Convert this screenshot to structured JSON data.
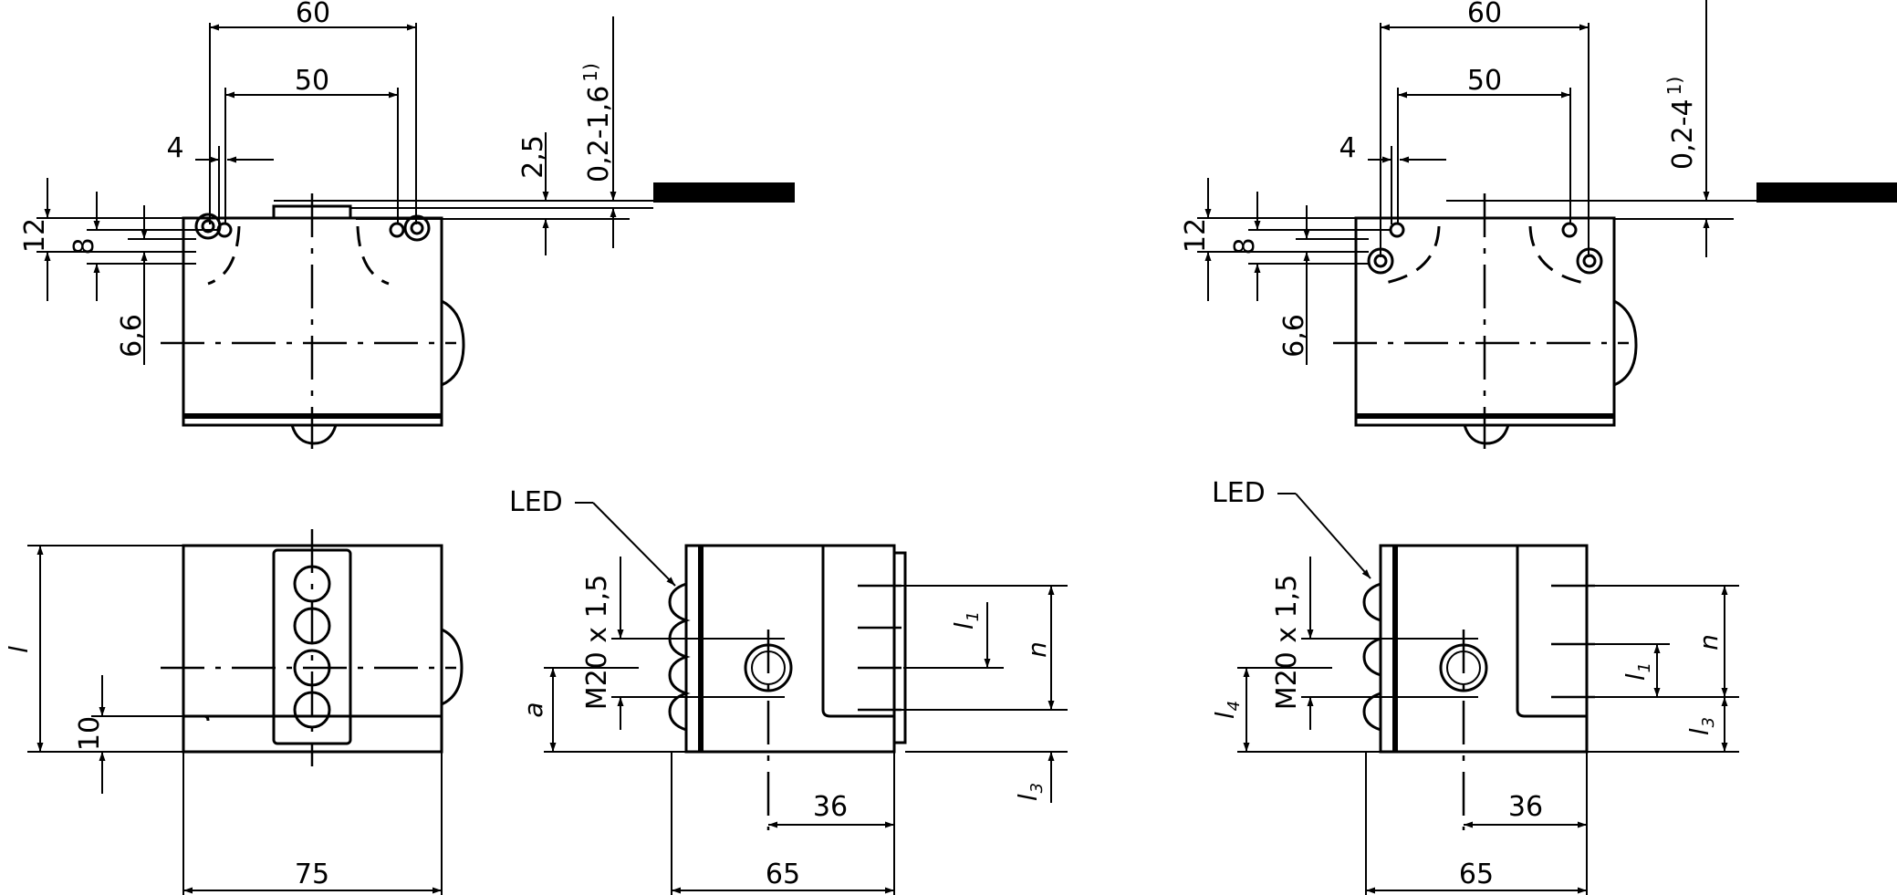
{
  "variant_a": {
    "top": {
      "dim_60": "60",
      "dim_50": "50",
      "dim_4": "4",
      "dim_12": "12",
      "dim_8": "8",
      "dim_6_6": "6,6",
      "dim_2_5": "2,5",
      "dim_gap": "0,2-1,6",
      "gap_note": "1)"
    },
    "front": {
      "dim_l": "l",
      "dim_10": "10",
      "dim_75": "75"
    },
    "side": {
      "led": "LED",
      "thread": "M20 x 1,5",
      "dim_a": "a",
      "dim_l1": "l",
      "dim_l1_sub": "1",
      "dim_n": "n",
      "dim_l3": "l",
      "dim_l3_sub": "3",
      "dim_36": "36",
      "dim_65": "65"
    }
  },
  "variant_b": {
    "top": {
      "dim_60": "60",
      "dim_50": "50",
      "dim_4": "4",
      "dim_12": "12",
      "dim_8": "8",
      "dim_6_6": "6,6",
      "dim_gap": "0,2-4",
      "gap_note": "1)"
    },
    "side": {
      "led": "LED",
      "thread": "M20 x 1,5",
      "dim_l4": "l",
      "dim_l4_sub": "4",
      "dim_l1": "l",
      "dim_l1_sub": "1",
      "dim_n": "n",
      "dim_l3": "l",
      "dim_l3_sub": "3",
      "dim_36": "36",
      "dim_65": "65"
    }
  }
}
